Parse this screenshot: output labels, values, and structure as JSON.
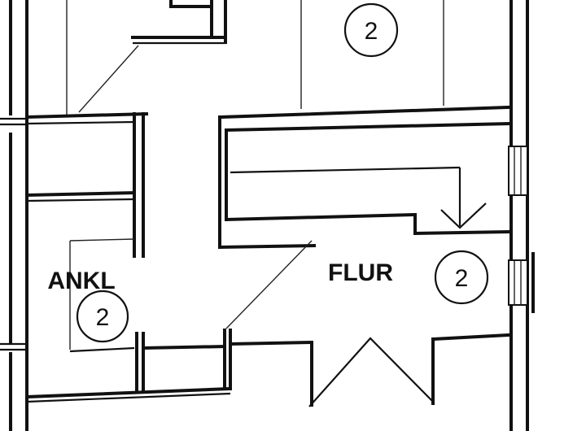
{
  "rooms": [
    {
      "key": "top",
      "label": "",
      "number": "2"
    },
    {
      "key": "flur",
      "label": "FLUR",
      "number": "2"
    },
    {
      "key": "ankl",
      "label": "ANKL",
      "number": "2"
    }
  ],
  "colors": {
    "ink": "#111111",
    "paper": "#ffffff"
  }
}
